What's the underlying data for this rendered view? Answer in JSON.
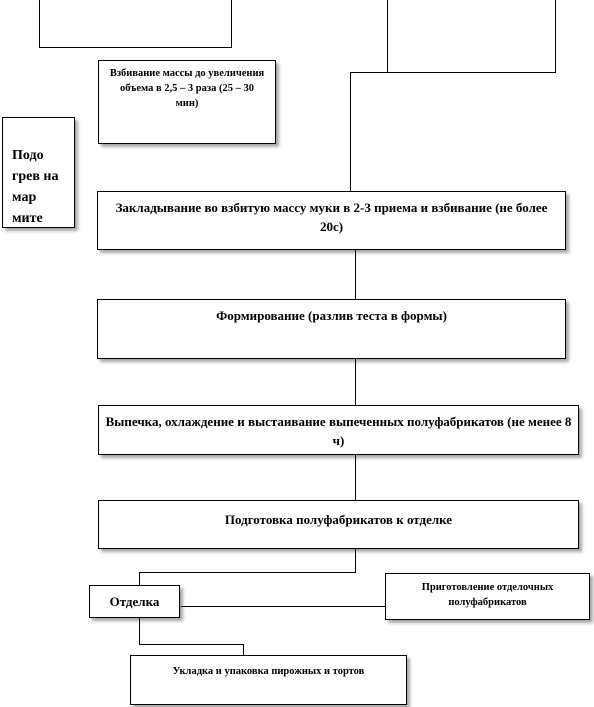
{
  "boxes": {
    "whip_mass": "Взбивание массы до увеличения объема в 2,5 – 3 раза (25 – 30 мин)",
    "heating": "Подо\nгрев на\nмар\nмите",
    "add_flour": "Закладывание во взбитую массу муки в 2-3 приема и взбивание (не более 20с)",
    "forming": "Формирование (разлив теста в формы)",
    "baking": "Выпечка, охлаждение и выстаивание выпеченных полуфабрикатов (не менее 8 ч)",
    "prep": "Подготовка полуфабрикатов к отделке",
    "finishing": "Отделка",
    "finishing_semis": "Приготовление отделочных полуфабрикатов",
    "packing": "Укладка и упаковка пирожных и тортов"
  },
  "colors": {
    "line": "#000000",
    "box_border": "#000000",
    "background": "#ffffff"
  }
}
